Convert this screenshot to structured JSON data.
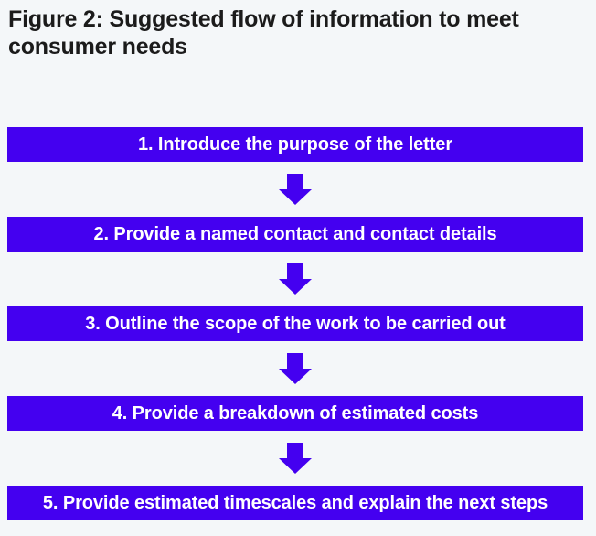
{
  "figure": {
    "title": "Figure 2: Suggested flow of information to meet\nconsumer needs",
    "background_color": "#f4f7f9",
    "accent_color": "#4400f0",
    "text_color_on_accent": "#ffffff",
    "title_color": "#1b1b1b"
  },
  "flow": {
    "arrow_icon": "arrow-down-icon",
    "steps": [
      {
        "number": "1.",
        "text": "1. Introduce the purpose of the letter"
      },
      {
        "number": "2.",
        "text": "2. Provide a named contact and contact details"
      },
      {
        "number": "3.",
        "text": "3. Outline the scope of the work to be carried out"
      },
      {
        "number": "4.",
        "text": "4. Provide a breakdown of estimated costs"
      },
      {
        "number": "5.",
        "text": "5. Provide estimated timescales and explain the next steps"
      }
    ]
  },
  "chart_data": {
    "type": "diagram",
    "diagram_type": "vertical-flowchart",
    "title": "Figure 2: Suggested flow of information to meet consumer needs",
    "node_count": 5,
    "connector_count": 4,
    "nodes": [
      "1. Introduce the purpose of the letter",
      "2. Provide a named contact and contact details",
      "3. Outline the scope of the work to be carried out",
      "4. Provide a breakdown of estimated costs",
      "5. Provide estimated timescales and explain the next steps"
    ],
    "edges": [
      {
        "from": 1,
        "to": 2,
        "style": "solid-arrow-down"
      },
      {
        "from": 2,
        "to": 3,
        "style": "solid-arrow-down"
      },
      {
        "from": 3,
        "to": 4,
        "style": "solid-arrow-down"
      },
      {
        "from": 4,
        "to": 5,
        "style": "solid-arrow-down"
      }
    ],
    "orientation": "top-to-bottom",
    "legend": []
  }
}
